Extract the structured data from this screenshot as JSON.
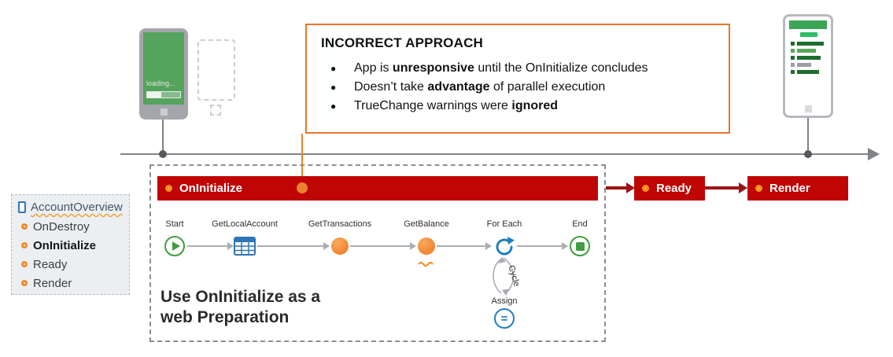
{
  "palette": {
    "banner_red": "#c00505",
    "arrow_dark_red": "#9c1418",
    "callout_orange": "#e8762c",
    "action_orange": "#ed7d31",
    "node_green": "#3f9d3f",
    "node_blue": "#1f7fc0",
    "timeline_gray": "#7f8387"
  },
  "phones": {
    "loading_text": "loading..."
  },
  "callout": {
    "title": "INCORRECT APPROACH",
    "bullet_glyph": "●",
    "bullets": [
      {
        "pre": "App is ",
        "bold": "unresponsive",
        "post": " until the OnInitialize concludes"
      },
      {
        "pre": "Doesn’t take ",
        "bold": "advantage",
        "post": " of parallel execution"
      },
      {
        "pre": "TrueChange warnings were ",
        "bold": "ignored",
        "post": ""
      }
    ]
  },
  "panel": {
    "title": "AccountOverview",
    "items": [
      {
        "label": "OnDestroy"
      },
      {
        "label": "OnInitialize"
      },
      {
        "label": "Ready"
      },
      {
        "label": "Render"
      }
    ]
  },
  "banners": {
    "oninitialize": "OnInitialize",
    "ready": "Ready",
    "render": "Render"
  },
  "flow": {
    "nodes": [
      {
        "label": "Start"
      },
      {
        "label": "GetLocalAccount"
      },
      {
        "label": "GetTransactions"
      },
      {
        "label": "GetBalance"
      },
      {
        "label": "For Each"
      },
      {
        "label": "End"
      }
    ],
    "cycle_label": "Cycle",
    "assign_label": "Assign",
    "assign_glyph": "="
  },
  "caption": {
    "line1": "Use OnInitialize as a",
    "line2": "web Preparation"
  }
}
